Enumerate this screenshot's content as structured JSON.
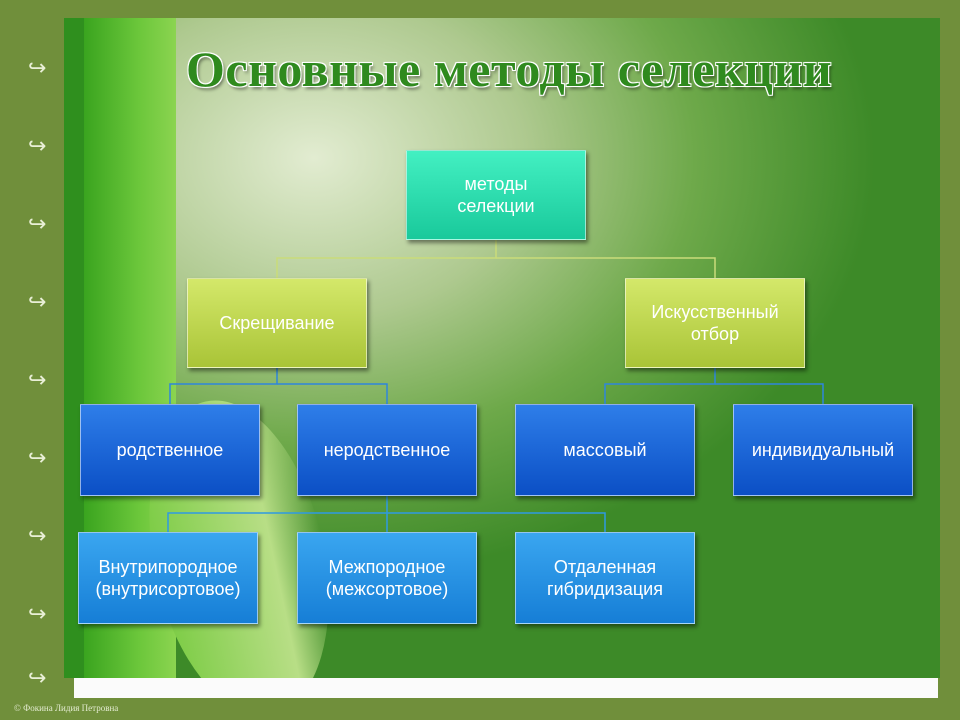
{
  "title": "Основные методы селекции",
  "nodes": {
    "root": "методы селекции",
    "crossing": "Скрещивание",
    "artificial_selection": "Искусственный отбор",
    "related": "родственное",
    "unrelated": "неродственное",
    "mass": "массовый",
    "individual": "индивидуальный",
    "intrabreed": "Внутрипородное (внутрисортовое)",
    "interbreed": "Межпородное (межсортовое)",
    "distant": "Отдаленная гибридизация"
  },
  "footer": {
    "copyright": "© Фокина Лидия Петровна"
  },
  "colors": {
    "root": "#2ddcb0",
    "level1": "#b9d24a",
    "level2": "#1765d8",
    "level3": "#2392e2"
  },
  "decor": {
    "bullet_icon": "hook-icon"
  }
}
